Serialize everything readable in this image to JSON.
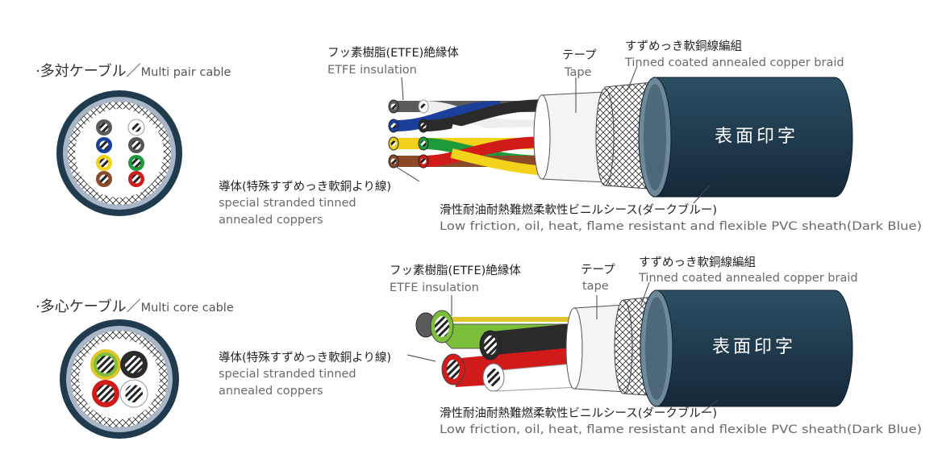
{
  "sections": [
    {
      "title_jp": "·多対ケーブル",
      "title_sep": "／",
      "title_en": "Multi pair cable",
      "insulation": {
        "jp": "フッ素樹脂(ETFE)絶縁体",
        "en": "ETFE insulation"
      },
      "tape": {
        "jp": "テープ",
        "en": "Tape"
      },
      "braid": {
        "jp": "すずめっき軟銅線編組",
        "en": "Tinned coated annealed copper braid"
      },
      "conductor": {
        "jp": "導体(特殊すずめっき軟銅より線)",
        "en1": "special stranded tinned",
        "en2": "annealed coppers"
      },
      "sheath": {
        "jp": "滑性耐油耐熱難燃柔軟性ビニルシース(ダークブルー)",
        "en": "Low friction, oil, heat, flame resistant and flexible PVC sheath(Dark Blue)"
      },
      "surface_print": "表面印字"
    },
    {
      "title_jp": "·多心ケーブル",
      "title_sep": "／",
      "title_en": "Multi core cable",
      "insulation": {
        "jp": "フッ素樹脂(ETFE)絶縁体",
        "en": "ETFE insulation"
      },
      "tape": {
        "jp": "テープ",
        "en": "tape"
      },
      "braid": {
        "jp": "すずめっき軟銅線編組",
        "en": "Tinned coated annealed copper braid"
      },
      "conductor": {
        "jp": "導体(特殊すずめっき軟銅より線)",
        "en1": "special stranded tinned",
        "en2": "annealed coppers"
      },
      "sheath": {
        "jp": "滑性耐油耐熱難燃柔軟性ビニルシース(ダークブルー)",
        "en": "Low friction, oil, heat, flame resistant and flexible PVC sheath(Dark Blue)"
      },
      "surface_print": "表面印字"
    }
  ],
  "colors": {
    "sheath": "#1f3b4d",
    "sheath_edge": "#6e8a9a",
    "pair_wires": [
      "#5a5a5a",
      "#1c3f9a",
      "#f2d21a",
      "#8a4a2a"
    ],
    "pair_partners": [
      "#ffffff",
      "#2b2b2b",
      "#1e9a3a",
      "#d11a1a"
    ],
    "core_wires": [
      "#7bbf3a",
      "#2b2b2b",
      "#d11a1a",
      "#ffffff"
    ]
  }
}
